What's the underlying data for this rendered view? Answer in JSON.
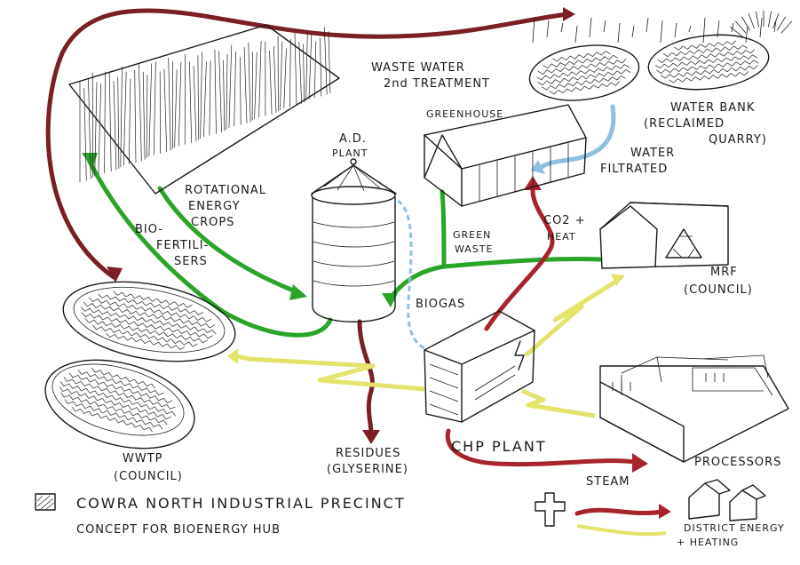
{
  "colors": {
    "biogas_green": "#2aa52a",
    "waste_red": "#7a1f24",
    "heat_red": "#a8242c",
    "electric_yellow": "#e4e36b",
    "water_blue": "#8fc0e0",
    "ink": "#1a1a1a"
  },
  "nodes": {
    "crops": [
      "ROTATIONAL",
      "ENERGY",
      "CROPS"
    ],
    "ad_plant": [
      "A.D.",
      "PLANT"
    ],
    "greenhouse": "GREENHOUSE",
    "waste_water": [
      "WASTE WATER",
      "2nd TREATMENT"
    ],
    "water_bank": [
      "WATER BANK",
      "(RECLAIMED",
      "QUARRY)"
    ],
    "mrf": [
      "MRF",
      "(COUNCIL)"
    ],
    "chp": "CHP PLANT",
    "wwtp": [
      "WWTP",
      "(COUNCIL)"
    ],
    "processors": "PROCESSORS",
    "district": [
      "DISTRICT ENERGY",
      "+ HEATING"
    ]
  },
  "flows": {
    "bio_fertilisers": [
      "BIO-",
      "FERTILI-",
      "SERS"
    ],
    "green_waste": [
      "GREEN",
      "WASTE"
    ],
    "co2_heat": [
      "CO2 +",
      "HEAT"
    ],
    "water_filtrated": [
      "WATER",
      "FILTRATED"
    ],
    "biogas": "BIOGAS",
    "residues": [
      "RESIDUES",
      "(GLYSERINE)"
    ],
    "steam": "STEAM"
  },
  "caption": [
    "COWRA NORTH INDUSTRIAL PRECINCT",
    "CONCEPT FOR BIOENERGY HUB"
  ]
}
